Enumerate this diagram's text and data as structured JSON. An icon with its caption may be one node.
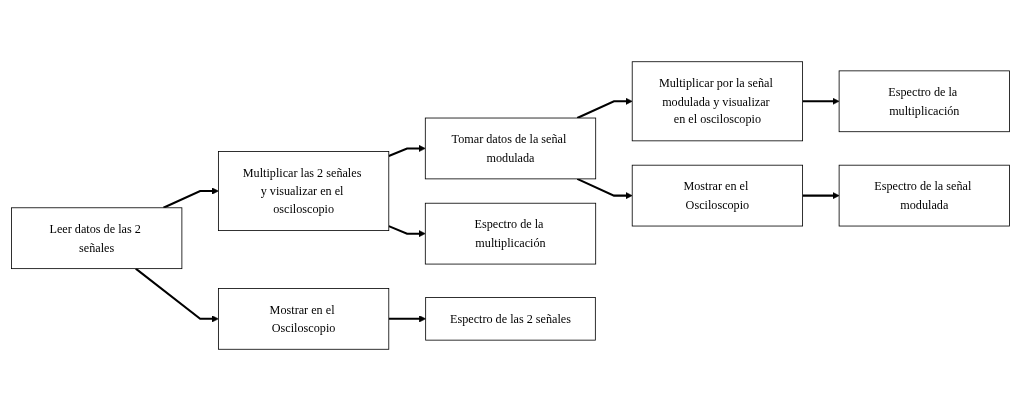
{
  "diagram": {
    "nodes": [
      {
        "text": [
          "Leer datos de las 2 señales"
        ]
      },
      {
        "text": [
          "Multiplicar las 2 señales y visualizar en el osciloscopio"
        ]
      },
      {
        "text": [
          "Tomar datos de la señal modulada"
        ]
      },
      {
        "text": [
          "Multiplicar por la señal modulada y visualizar en el osciloscopio"
        ]
      },
      {
        "text": [
          "Mostrar en el Osciloscopio"
        ]
      },
      {
        "text": [
          "Espectro de las 2 señales"
        ]
      },
      {
        "text": [
          "Espectro de la multiplicación"
        ]
      },
      {
        "text": [
          "Mostrar en el Osciloscopio"
        ]
      },
      {
        "text": [
          "Espectro de la señal modulada"
        ]
      },
      {
        "text": [
          "Espectro de la multiplicación"
        ]
      }
    ],
    "edges": [
      {
        "from": 0,
        "to": 1,
        "arrow": "to"
      },
      {
        "from": 1,
        "to": 2,
        "arrow": "to"
      },
      {
        "from": 2,
        "to": 3,
        "arrow": "to"
      },
      {
        "from": 0,
        "to": 4,
        "arrow": "to"
      },
      {
        "from": 4,
        "to": 5,
        "arrow": "to"
      },
      {
        "from": 1,
        "to": 6,
        "arrow": "to"
      },
      {
        "from": 2,
        "to": 7,
        "arrow": "to"
      },
      {
        "from": 7,
        "to": 8,
        "arrow": "to"
      },
      {
        "from": 3,
        "to": 9,
        "arrow": "to"
      }
    ]
  }
}
